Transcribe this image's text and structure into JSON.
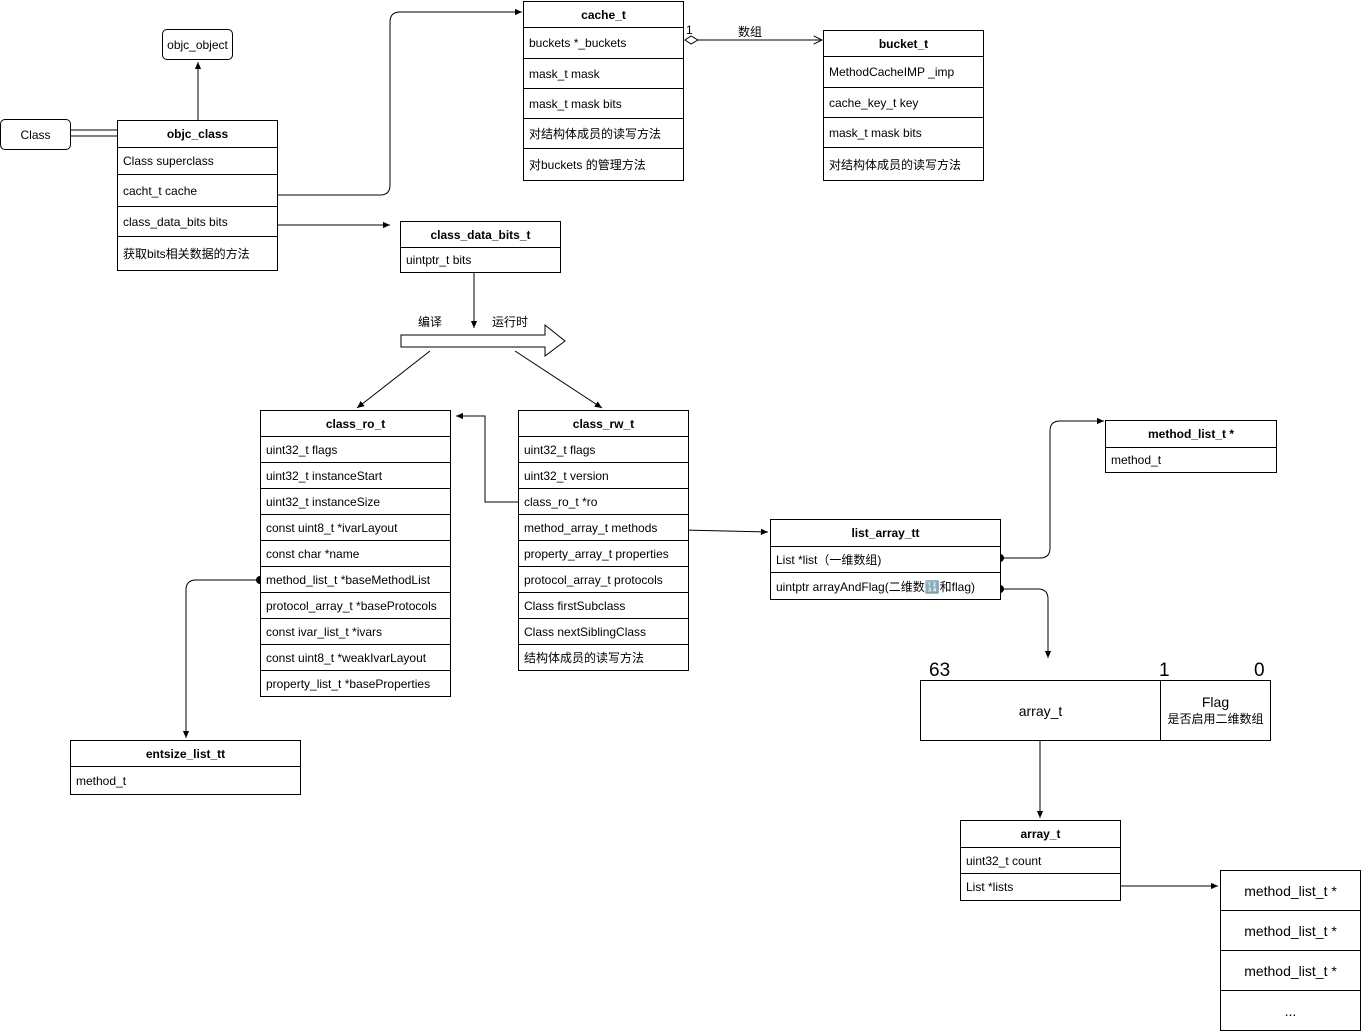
{
  "boxes": {
    "class_ref": {
      "title": "Class"
    },
    "objc_object": {
      "title": "objc_object"
    },
    "objc_class": {
      "title": "objc_class",
      "rows": [
        "Class superclass",
        "cacht_t  cache",
        "class_data_bits  bits",
        "获取bits相关数据的方法"
      ]
    },
    "cache_t": {
      "title": "cache_t",
      "rows": [
        "buckets  *_buckets",
        "mask_t   mask",
        "mask_t   mask  bits",
        "对结构体成员的读写方法",
        "对buckets 的管理方法"
      ]
    },
    "bucket_t": {
      "title": "bucket_t",
      "rows": [
        "MethodCacheIMP  _imp",
        "cache_key_t   key",
        "mask_t   mask  bits",
        "对结构体成员的读写方法"
      ]
    },
    "class_data_bits_t": {
      "title": "class_data_bits_t",
      "rows": [
        "uintptr_t  bits"
      ]
    },
    "class_ro_t": {
      "title": "class_ro_t",
      "rows": [
        "uint32_t  flags",
        "uint32_t  instanceStart",
        "uint32_t  instanceSize",
        "const  uint8_t    *ivarLayout",
        "const  char  *name",
        "method_list_t    *baseMethodList",
        "protocol_array_t  *baseProtocols",
        "const ivar_list_t   *ivars",
        "const uint8_t *weakIvarLayout",
        "property_list_t    *baseProperties"
      ]
    },
    "class_rw_t": {
      "title": "class_rw_t",
      "rows": [
        "uint32_t  flags",
        "uint32_t  version",
        "class_ro_t    *ro",
        "method_array_t    methods",
        "property_array_t    properties",
        "protocol_array_t    protocols",
        "Class  firstSubclass",
        "Class  nextSiblingClass",
        "结构体成员的读写方法"
      ]
    },
    "entsize_list_tt": {
      "title": "entsize_list_tt",
      "rows": [
        "method_t"
      ]
    },
    "method_list_t_ptr": {
      "title": "method_list_t *",
      "rows": [
        "method_t"
      ]
    },
    "list_array_tt": {
      "title": "list_array_tt",
      "rows": [
        "List    *list（一维数组)",
        "uintptr    arrayAndFlag(二维数🔢和flag)"
      ]
    },
    "array_t": {
      "title": "array_t",
      "rows": [
        "uint32_t  count",
        "List *lists"
      ]
    },
    "lists_column": {
      "rows": [
        "method_list_t *",
        "method_list_t *",
        "method_list_t *",
        "..."
      ]
    }
  },
  "bit_layout": {
    "high_bit": "63",
    "mid_bit": "1",
    "low_bit": "0",
    "array_cell": "array_t",
    "flag_title": "Flag",
    "flag_desc": "是否启用二维数组"
  },
  "labels": {
    "multiplicity_one": "1",
    "array_label": "数组",
    "compile_label": "编译",
    "runtime_label": "运行时"
  }
}
